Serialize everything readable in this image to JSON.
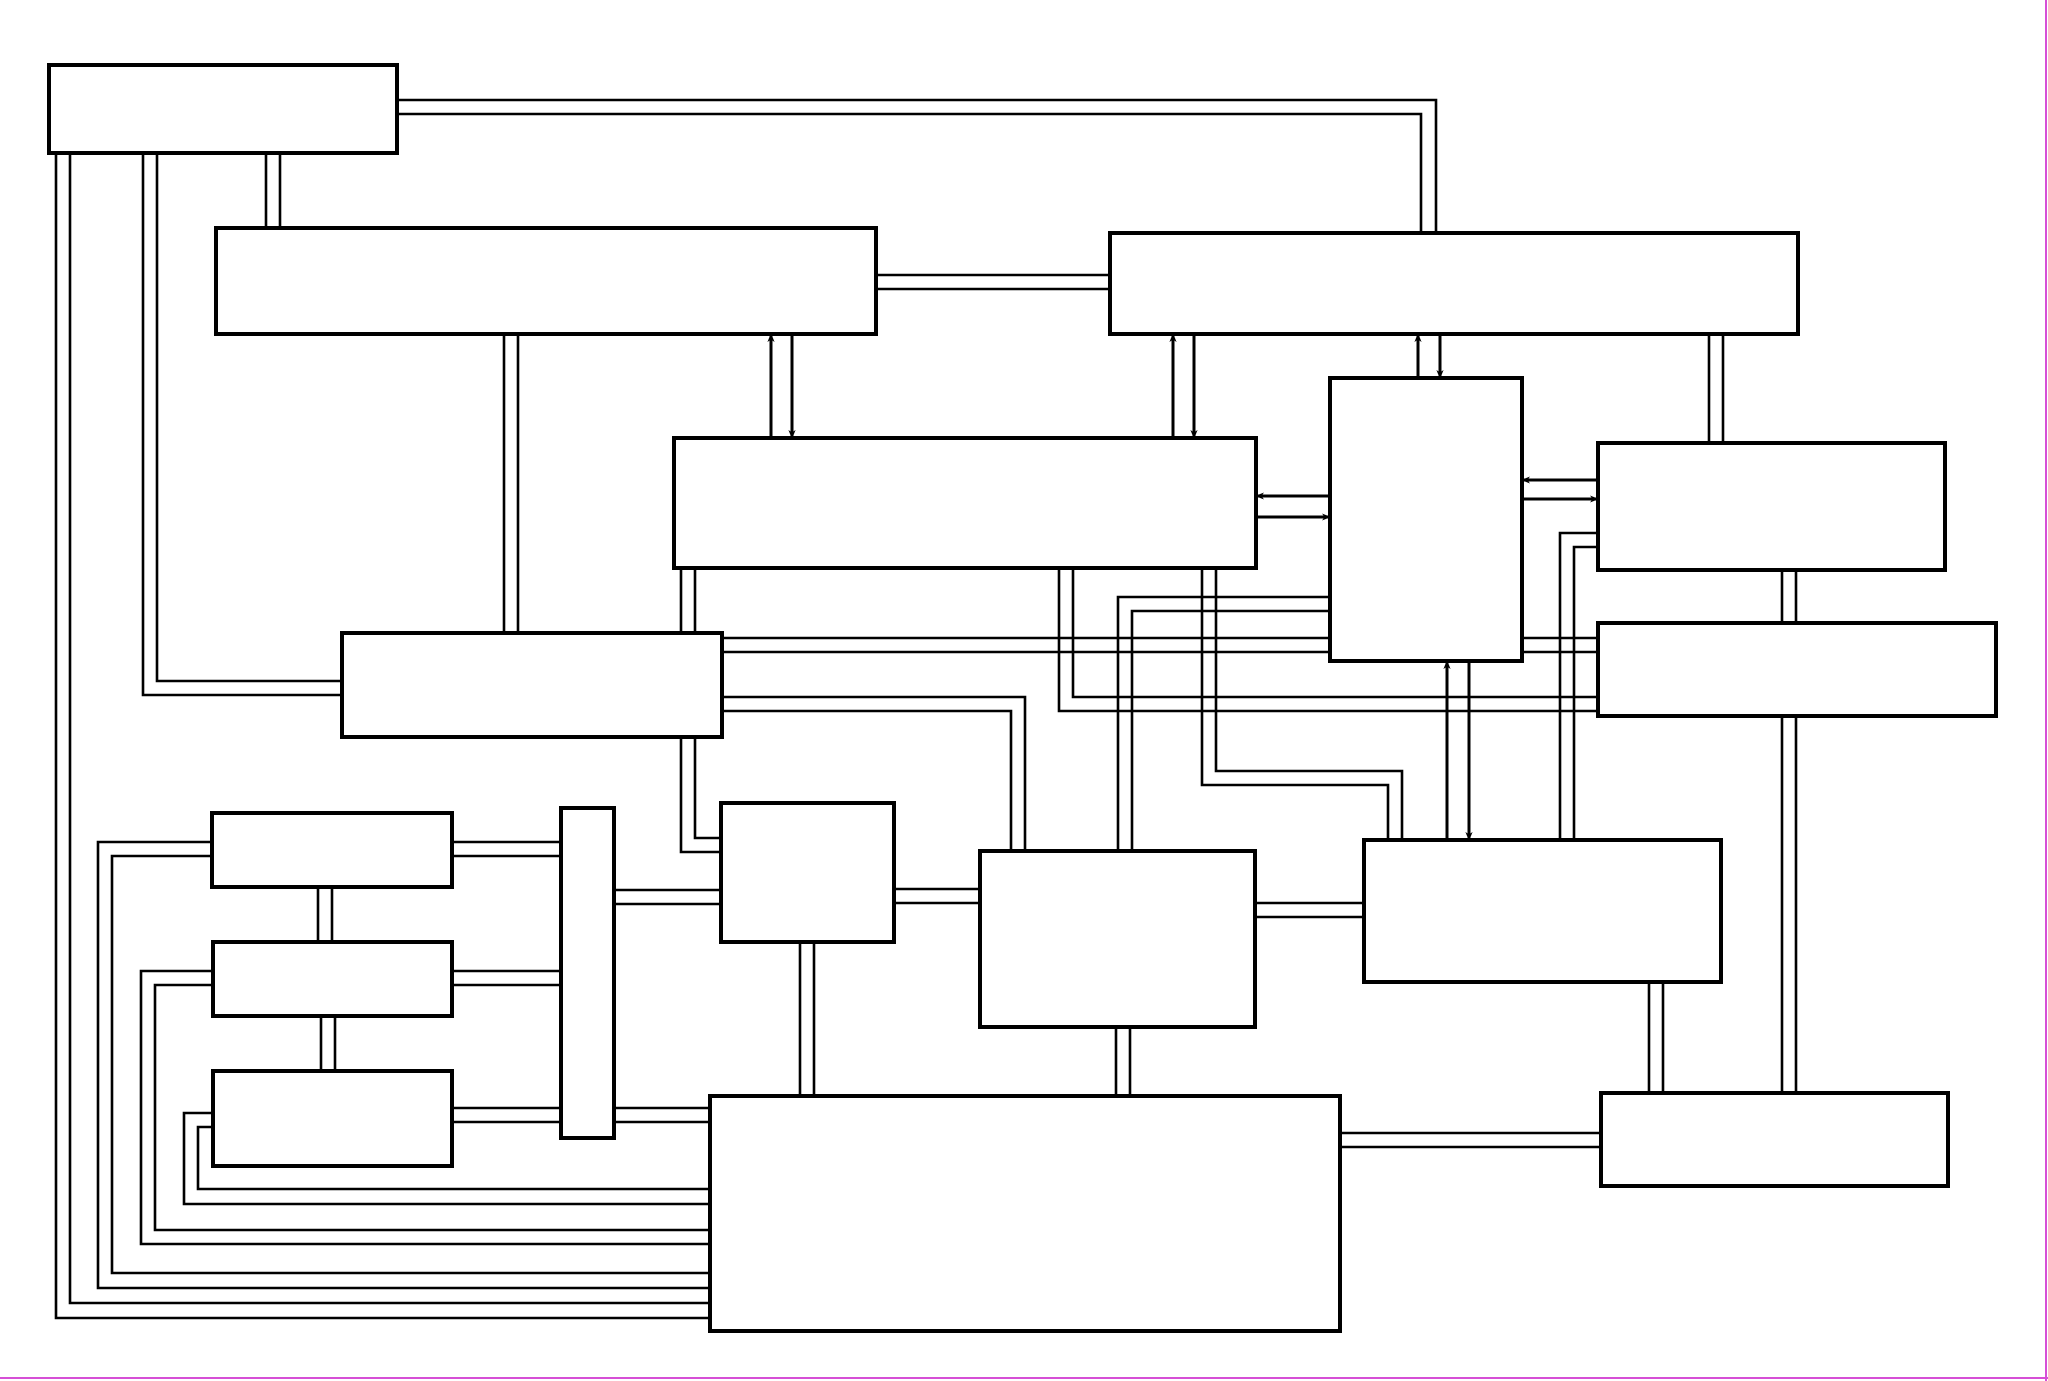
{
  "diagram": {
    "line_color": "#000000",
    "background_color": "#ffffff",
    "frame_color": "#d64fd6",
    "blocks": [
      {
        "id": "b1",
        "label": ""
      },
      {
        "id": "b2",
        "label": ""
      },
      {
        "id": "b3",
        "label": ""
      },
      {
        "id": "b4",
        "label": ""
      },
      {
        "id": "b5",
        "label": ""
      },
      {
        "id": "b6",
        "label": ""
      },
      {
        "id": "b7",
        "label": ""
      },
      {
        "id": "b8",
        "label": ""
      },
      {
        "id": "b9",
        "label": ""
      },
      {
        "id": "b10",
        "label": ""
      },
      {
        "id": "b11",
        "label": ""
      },
      {
        "id": "b12",
        "label": ""
      },
      {
        "id": "b13",
        "label": ""
      },
      {
        "id": "b14",
        "label": ""
      },
      {
        "id": "b15",
        "label": ""
      },
      {
        "id": "b16",
        "label": ""
      },
      {
        "id": "b17",
        "label": ""
      },
      {
        "id": "b18",
        "label": ""
      }
    ]
  }
}
